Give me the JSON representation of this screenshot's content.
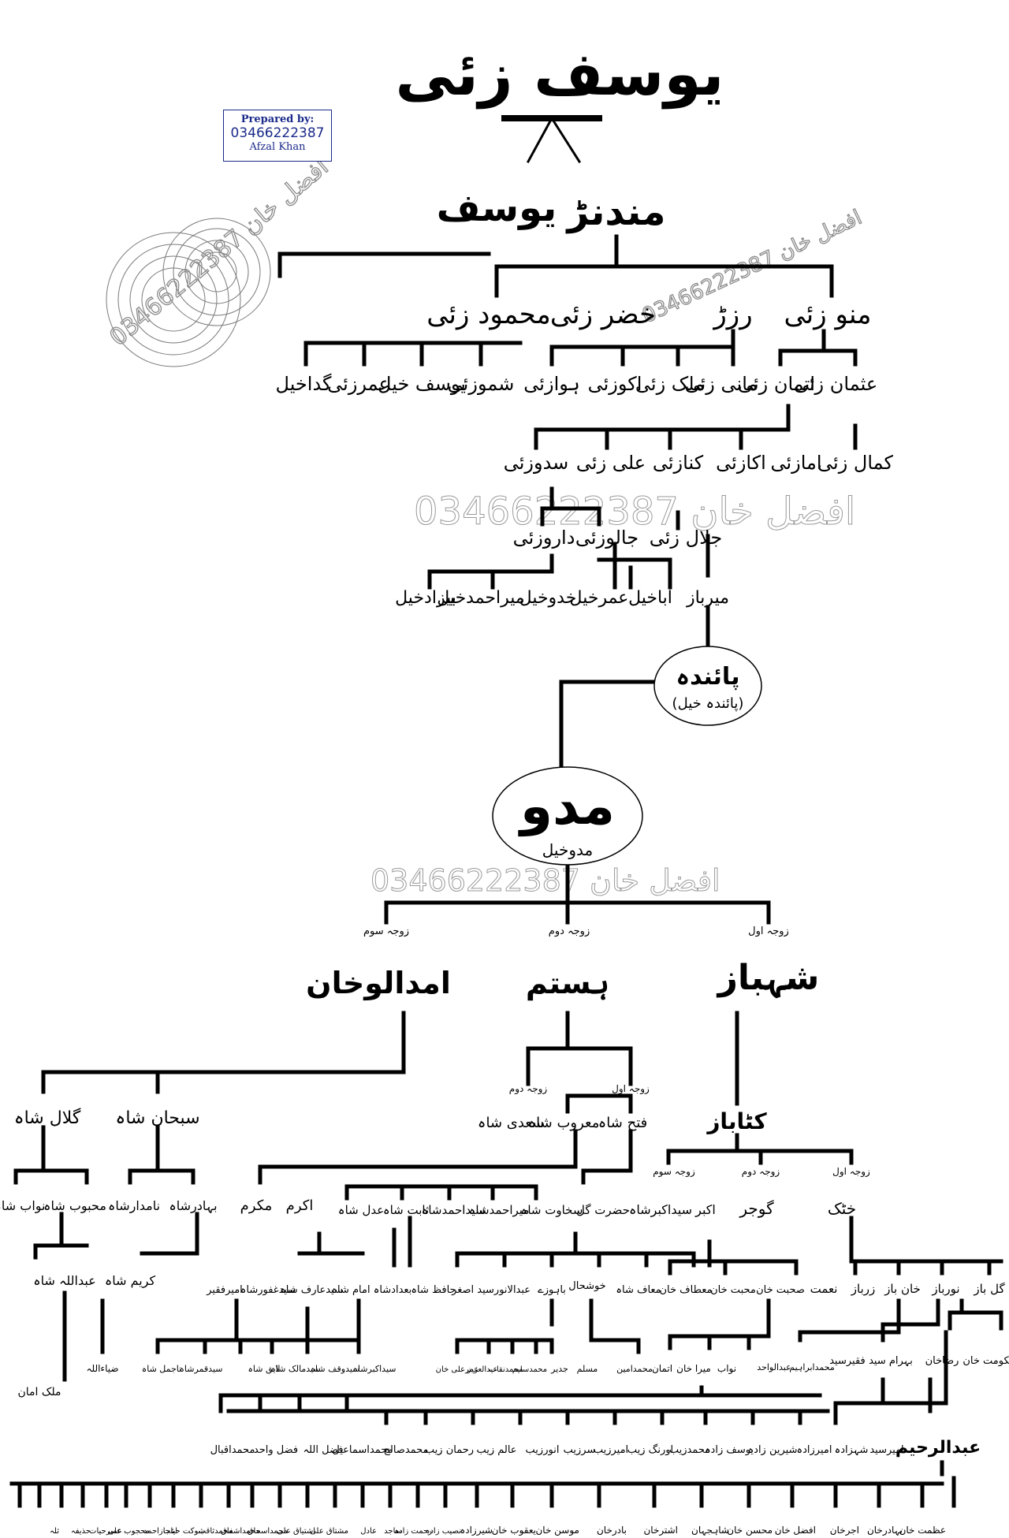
{
  "credit": {
    "prepared_by": "Prepared by:",
    "phone": "03466222387",
    "name": "Afzal Khan"
  },
  "watermarks": [
    {
      "id": "wm1",
      "text": "03466222387 افضل خان"
    },
    {
      "id": "wm2",
      "text": "03466222387 افضل خان"
    },
    {
      "id": "wm3",
      "text": "03466222387 افضل خان"
    },
    {
      "id": "wm4",
      "text": "03466222387 افضل خان"
    }
  ],
  "nodes": {
    "root": "یوسف زئی",
    "yousaf": "یوسف",
    "mandanr": "مندنڑ",
    "mahmood_zai": "محمود زئی",
    "khizar_zai": "خضر زئی",
    "razar": "رزڑ",
    "mano_zai": "منو زئی",
    "g4": [
      "عثمان زئی",
      "اتمان زئی",
      "مانی زئی",
      "ملک زئی",
      "اکوزئی",
      "ہوازئی",
      "شموزئی",
      "یوسف خیل",
      "عمرزئی",
      "گداخیل"
    ],
    "g5": [
      "کمال زئی",
      "امازئی",
      "اکازئی",
      "کنازئی",
      "علی زئی",
      "سدوزئی"
    ],
    "g6": [
      "جلال زئی",
      "جالوزئی",
      "داروزئی"
    ],
    "g7": [
      "میرباز",
      "اباخیل",
      "عمرخیل",
      "خدوخیل",
      "میراحمدخیل",
      "بیزادخیل"
    ],
    "painda": "پائندہ",
    "painda_sub": "(پائندہ خیل)",
    "madu": "مدو",
    "madu_sub": "مدوخیل",
    "wife1": "زوجہ اول",
    "wife2": "زوجہ دوم",
    "wife3": "زوجہ سوم",
    "shahbaz": "شہباز",
    "hastam": "ہستم",
    "imdalu": "امدالوخان",
    "galal_shah": "گلال شاہ",
    "subhan_shah": "سبحان شاہ",
    "fateh_shah": "فتح شاہ",
    "maroof_shah": "معروب شاہ",
    "saadi_shah": "سعدی شاہ",
    "katabaz": "کٹاباز",
    "g_katabaz_sons": [
      "خٹک",
      "گوجر",
      "اکبر",
      "سیداکبرشاہ"
    ],
    "g_l9": [
      "حضرت گل",
      "سخاوت شاہ",
      "میراحمدشاہ",
      "سیداحمدشاہ",
      "ثابت شاہ",
      "عدل شاہ",
      "اکرم",
      "مکرم",
      "بہادرشاہ",
      "نامدارشاہ",
      "محبوب شاہ",
      "نواب شاہ"
    ],
    "g_l10": [
      "گل باز",
      "نورباز",
      "خان باز",
      "زرباز",
      "نعمت",
      "صحبت خان",
      "محبت خان",
      "معطاف خان",
      "معاف شاہ",
      "خوشحال",
      "باہوزے",
      "عبدالانور",
      "سید اصغر",
      "حافظ شاہ",
      "بعدادشاہ",
      "امام شاہ",
      "سیدعارف شاہ",
      "سیدغفورشاہ",
      "امیرفقیر",
      "کریم شاہ",
      "عبداللہ شاہ"
    ],
    "g_l11": [
      "حکومت خان",
      "رضاخان",
      "بہرام سید",
      "فقیرسید",
      "محمدابراہیم",
      "عبدالواحد",
      "نواب",
      "میرا خان",
      "اتمان",
      "محمدامین",
      "مسلم",
      "جدیر",
      "محمدسلیم",
      "محمدنقاب",
      "عبدالعزیز",
      "عمرعلی خان",
      "سیداکبرشاہ",
      "سیدوقف شاہ",
      "سیدمالک شاہ",
      "لایق شاہ",
      "سیدقمرشاہ",
      "تاجمل شاہ",
      "ضیاءاللہ",
      "ملک امان"
    ],
    "g_l12": [
      "عبدالرحیم",
      "امیرسید",
      "شہزادہ",
      "امیرزادہ",
      "شیرین زادہ",
      "یوسف زادہ",
      "محمدزیب",
      "اورنگ زیب",
      "امیرزیب",
      "سرزیب",
      "انورزیب",
      "عالم زیب",
      "رحمان زیب",
      "محمدصالح",
      "محمداسماعیل",
      "فضل اللہ",
      "فضل واحد",
      "محمداقبال"
    ],
    "g_l13": [
      "عظمت خان",
      "بہادرخان",
      "اجرخان",
      "افضل خان",
      "محسن خان",
      "شاہجہان",
      "اشترخان",
      "بادرخان",
      "موسن خان",
      "یعقوب خان",
      "شیرزادہ",
      "نصیب زادہ",
      "رحمت زادہ",
      "ساجد",
      "عادل",
      "مشتاق علی",
      "اشتیاق علی",
      "محمداسحاق",
      "محمداشفاق",
      "محمدثاقب",
      "شوکت حیات",
      "اعجازاحمد",
      "محجوب علی",
      "عمیرحیات",
      "حذیفہ",
      "ثلہ"
    ]
  }
}
